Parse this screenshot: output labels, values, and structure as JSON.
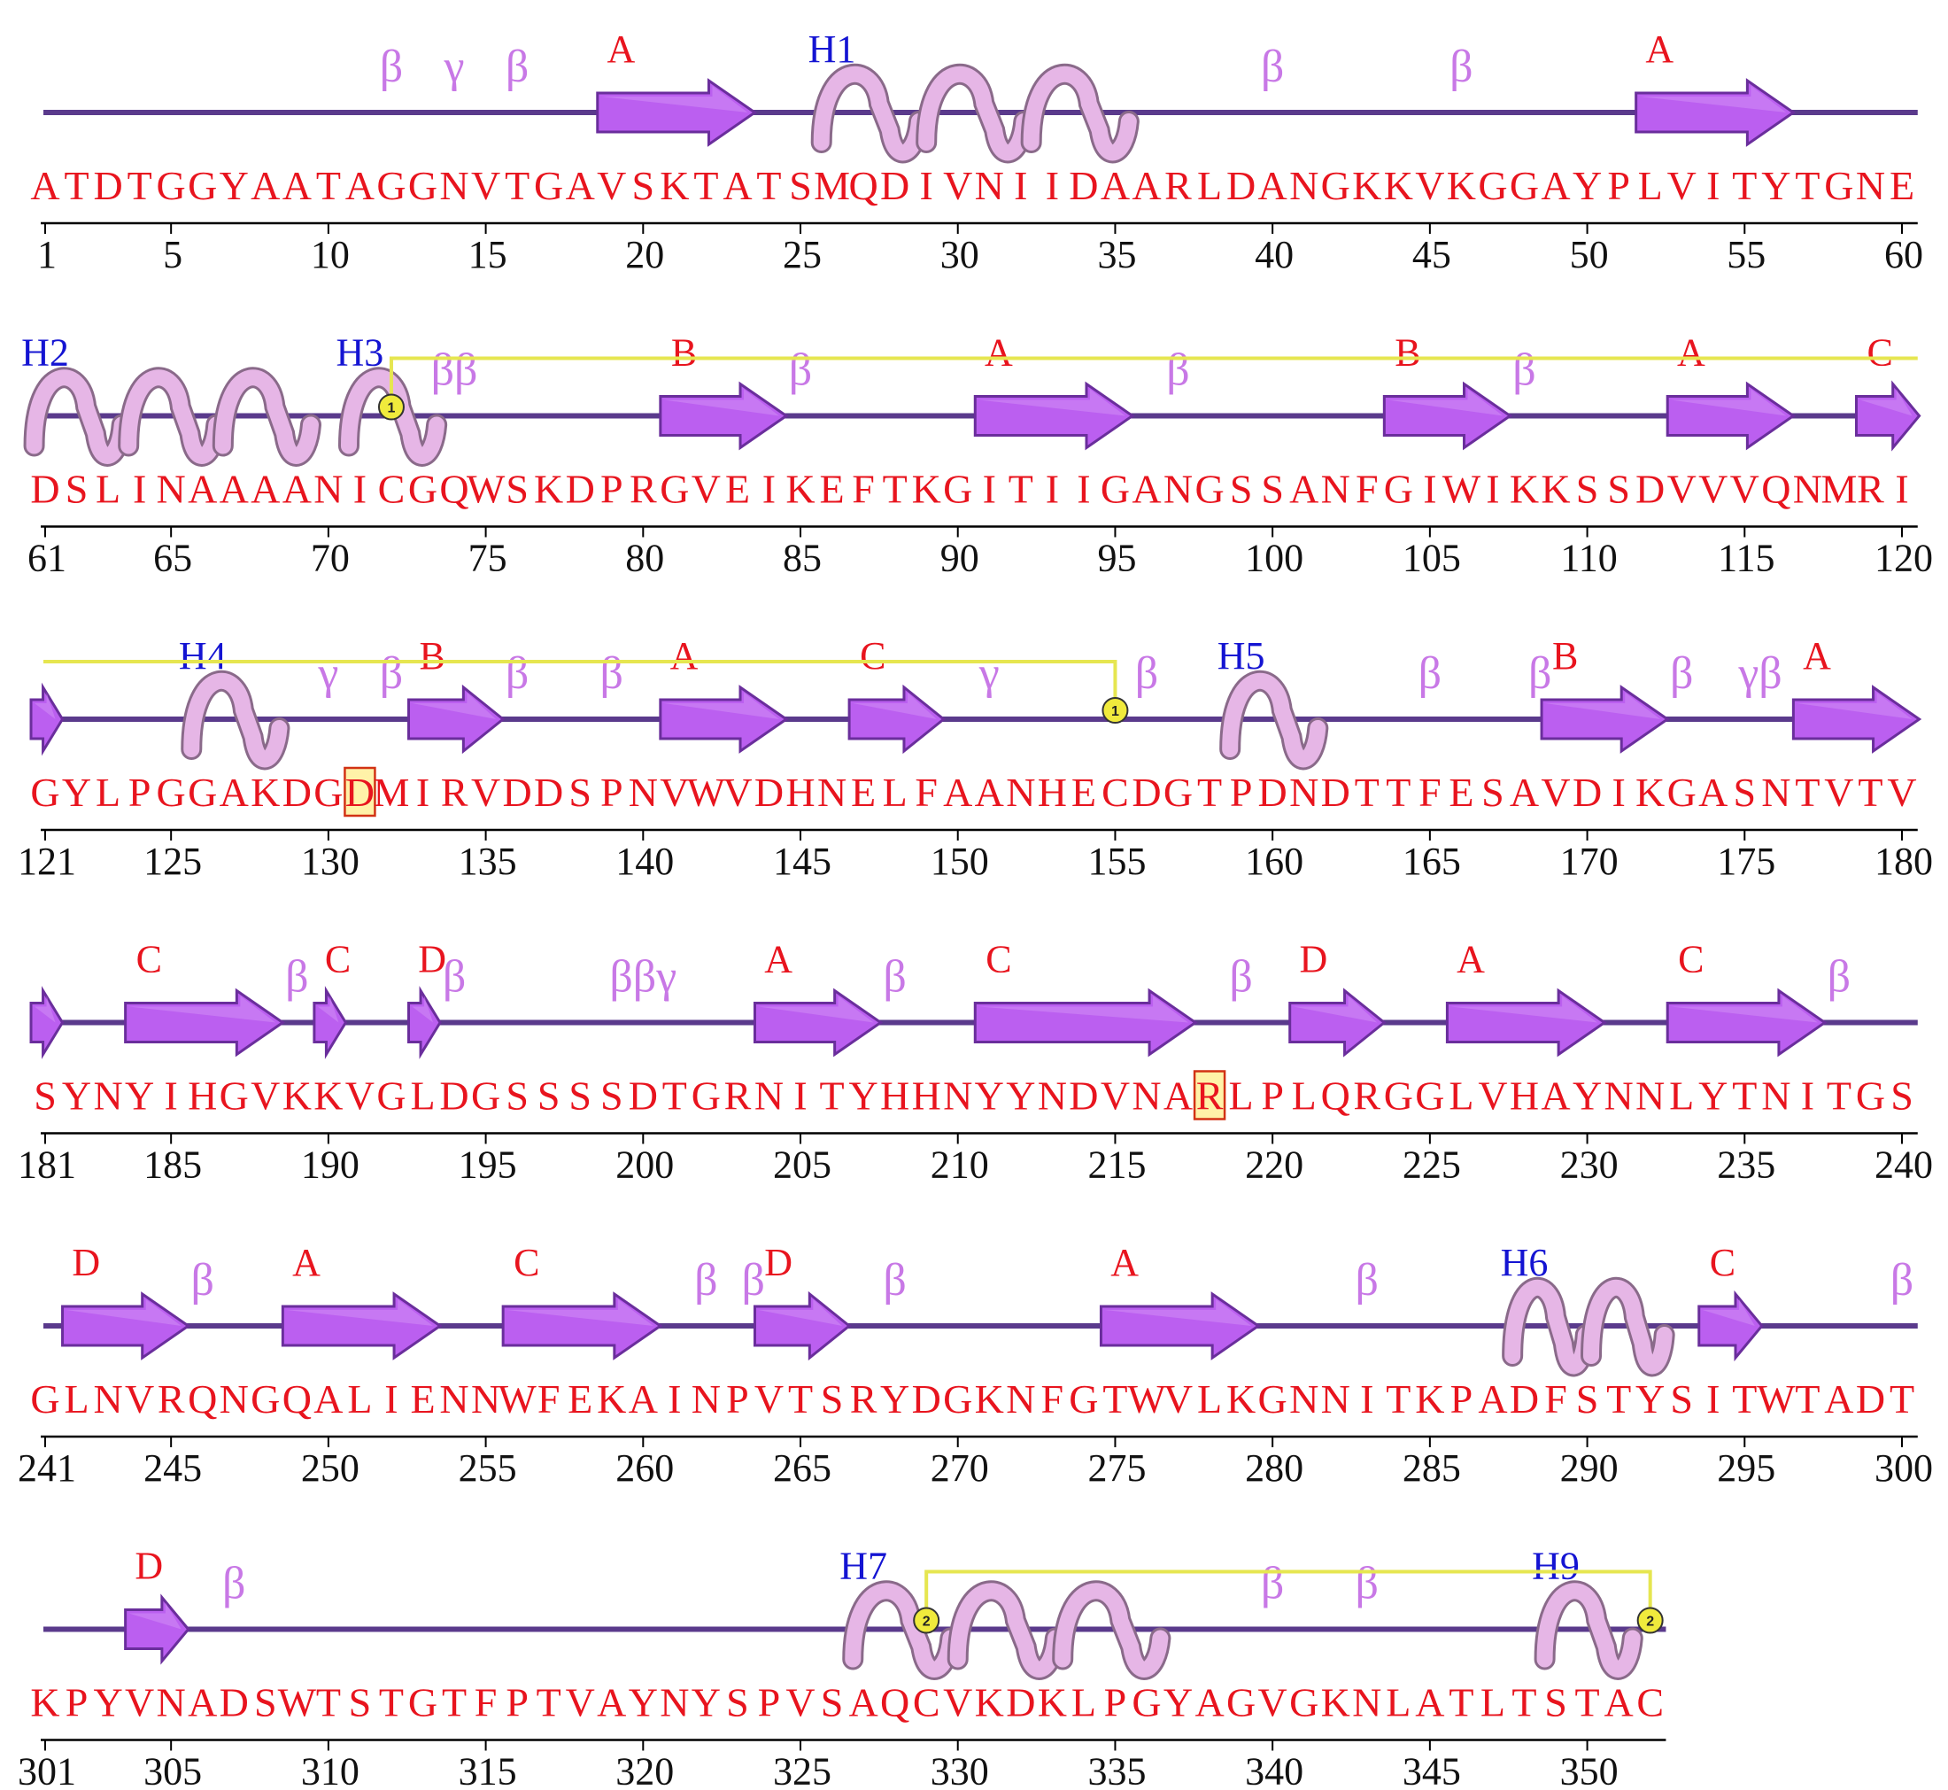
{
  "colors": {
    "backbone": "#5a3a8c",
    "strand": "#bb5ff0",
    "strand_edge": "#6a2e9c",
    "helix": "#e6b6e6",
    "helix_edge": "#8a6a8a",
    "disulfide": "#e6e650",
    "letters": "#e8141e",
    "helix_labels": "#1414d2",
    "turns": "#c878e6",
    "highlight_fill": "#fff2a8",
    "highlight_border": "#d23214"
  },
  "rows": [
    {
      "start": 1,
      "end": 60,
      "sequence": "ATDTGGYAATAGGNVTGAVSKTATSMQDIVNIIDAARLDANGKKVKGGAYPLVITYTGNE",
      "ticks": [
        1,
        5,
        10,
        15,
        20,
        25,
        30,
        35,
        40,
        45,
        50,
        55,
        60
      ],
      "strands": [
        {
          "s": 19,
          "e": 23,
          "label": "A"
        },
        {
          "s": 52,
          "e": 56,
          "label": "A"
        }
      ],
      "helices": [
        {
          "s": 26,
          "e": 35,
          "label": "H1"
        }
      ],
      "turns": [
        {
          "pos": 12.0,
          "text": "β"
        },
        {
          "pos": 14.0,
          "text": "γ"
        },
        {
          "pos": 16.0,
          "text": "β"
        },
        {
          "pos": 40.0,
          "text": "β"
        },
        {
          "pos": 46.0,
          "text": "β"
        }
      ],
      "highlights": []
    },
    {
      "start": 61,
      "end": 120,
      "sequence": "DSLINAAAANICGQWSKDPRGVEIKEFTKGITIIGANGSSANFGIWIKKSSDVVVQNMRI",
      "ticks": [
        61,
        65,
        70,
        75,
        80,
        85,
        90,
        95,
        100,
        105,
        110,
        115,
        120
      ],
      "strands": [
        {
          "s": 81,
          "e": 84,
          "label": "B"
        },
        {
          "s": 91,
          "e": 95,
          "label": "A"
        },
        {
          "s": 104,
          "e": 107,
          "label": "B"
        },
        {
          "s": 113,
          "e": 116,
          "label": "A"
        },
        {
          "s": 119,
          "e": 120,
          "label": "C"
        }
      ],
      "helices": [
        {
          "s": 61,
          "e": 69,
          "label": "H2"
        },
        {
          "s": 71,
          "e": 73,
          "label": "H3"
        }
      ],
      "turns": [
        {
          "pos": 74.0,
          "text": "ββ"
        },
        {
          "pos": 85.0,
          "text": "β"
        },
        {
          "pos": 97.0,
          "text": "β"
        },
        {
          "pos": 108.0,
          "text": "β"
        }
      ],
      "highlights": []
    },
    {
      "start": 121,
      "end": 180,
      "sequence": "GYLPGGAKDGDMIRVDDSPNVWVDHNELFAANHECDGTPDNDTTFESAVDIKGASNTVTV",
      "ticks": [
        121,
        125,
        130,
        135,
        140,
        145,
        150,
        155,
        160,
        165,
        170,
        175,
        180
      ],
      "strands": [
        {
          "s": 121,
          "e": 121,
          "label": ""
        },
        {
          "s": 133,
          "e": 135,
          "label": "B"
        },
        {
          "s": 141,
          "e": 144,
          "label": "A"
        },
        {
          "s": 147,
          "e": 149,
          "label": "C"
        },
        {
          "s": 169,
          "e": 172,
          "label": "B"
        },
        {
          "s": 177,
          "e": 180,
          "label": "A"
        }
      ],
      "helices": [
        {
          "s": 126,
          "e": 128,
          "label": "H4"
        },
        {
          "s": 159,
          "e": 161,
          "label": "H5"
        }
      ],
      "turns": [
        {
          "pos": 130.0,
          "text": "γ"
        },
        {
          "pos": 132.0,
          "text": "β"
        },
        {
          "pos": 136.0,
          "text": "β"
        },
        {
          "pos": 139.0,
          "text": "β"
        },
        {
          "pos": 151.0,
          "text": "γ"
        },
        {
          "pos": 156.0,
          "text": "β"
        },
        {
          "pos": 165.0,
          "text": "β"
        },
        {
          "pos": 168.5,
          "text": "β"
        },
        {
          "pos": 173.0,
          "text": "β"
        },
        {
          "pos": 175.5,
          "text": "γβ"
        }
      ],
      "highlights": [
        131
      ]
    },
    {
      "start": 181,
      "end": 240,
      "sequence": "SYNYIHGVKKVGLDGSSSSDTGRNITYHHNYYNDVNARLPLQRGGLVHAYNNLYTNITGS",
      "ticks": [
        181,
        185,
        190,
        195,
        200,
        205,
        210,
        215,
        220,
        225,
        230,
        235,
        240
      ],
      "strands": [
        {
          "s": 181,
          "e": 181,
          "label": ""
        },
        {
          "s": 184,
          "e": 188,
          "label": "C"
        },
        {
          "s": 190,
          "e": 190,
          "label": "C"
        },
        {
          "s": 193,
          "e": 193,
          "label": "D"
        },
        {
          "s": 204,
          "e": 207,
          "label": "A"
        },
        {
          "s": 211,
          "e": 217,
          "label": "C"
        },
        {
          "s": 221,
          "e": 223,
          "label": "D"
        },
        {
          "s": 226,
          "e": 230,
          "label": "A"
        },
        {
          "s": 233,
          "e": 237,
          "label": "C"
        }
      ],
      "helices": [],
      "turns": [
        {
          "pos": 189.0,
          "text": "β"
        },
        {
          "pos": 194.0,
          "text": "β"
        },
        {
          "pos": 200.0,
          "text": "ββγ"
        },
        {
          "pos": 208.0,
          "text": "β"
        },
        {
          "pos": 219.0,
          "text": "β"
        },
        {
          "pos": 238.0,
          "text": "β"
        }
      ],
      "highlights": [
        218
      ]
    },
    {
      "start": 241,
      "end": 300,
      "sequence": "GLNVRQNGQALIENNWFEKAINPVTSRYDGKNFGTWVLKGNNITKPADFSTYSITWTADT",
      "ticks": [
        241,
        245,
        250,
        255,
        260,
        265,
        270,
        275,
        280,
        285,
        290,
        295,
        300
      ],
      "strands": [
        {
          "s": 242,
          "e": 245,
          "label": "D"
        },
        {
          "s": 249,
          "e": 253,
          "label": "A"
        },
        {
          "s": 256,
          "e": 260,
          "label": "C"
        },
        {
          "s": 264,
          "e": 266,
          "label": "D"
        },
        {
          "s": 275,
          "e": 279,
          "label": "A"
        },
        {
          "s": 294,
          "e": 295,
          "label": "C"
        }
      ],
      "helices": [
        {
          "s": 288,
          "e": 292,
          "label": "H6"
        }
      ],
      "turns": [
        {
          "pos": 246.0,
          "text": "β"
        },
        {
          "pos": 262.0,
          "text": "β"
        },
        {
          "pos": 263.5,
          "text": "β"
        },
        {
          "pos": 268.0,
          "text": "β"
        },
        {
          "pos": 283.0,
          "text": "β"
        },
        {
          "pos": 300.0,
          "text": "β"
        }
      ],
      "highlights": []
    },
    {
      "start": 301,
      "end": 352,
      "sequence": "KPYVNADSWTSTGTFPTVAYNYSPVSAQCVKDKLPGYAGVGKNLATLTSTAC",
      "ticks": [
        301,
        305,
        310,
        315,
        320,
        325,
        330,
        335,
        340,
        345,
        350
      ],
      "strands": [
        {
          "s": 304,
          "e": 305,
          "label": "D"
        }
      ],
      "helices": [
        {
          "s": 327,
          "e": 336,
          "label": "H7"
        },
        {
          "s": 349,
          "e": 351,
          "label": "H9"
        }
      ],
      "turns": [
        {
          "pos": 307.0,
          "text": "β"
        },
        {
          "pos": 340.0,
          "text": "β"
        },
        {
          "pos": 343.0,
          "text": "β"
        }
      ],
      "highlights": []
    }
  ],
  "disulfides": [
    {
      "label": "1",
      "from": 72,
      "to": 155
    },
    {
      "label": "2",
      "from": 329,
      "to": 352
    }
  ]
}
